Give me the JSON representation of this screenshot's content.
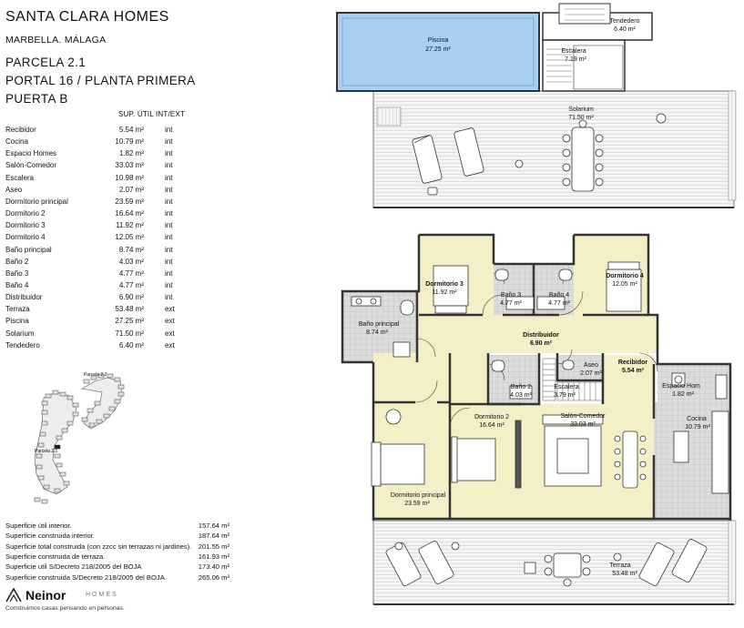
{
  "header": {
    "title": "SANTA CLARA HOMES",
    "location": "MARBELLA. MÁLAGA",
    "parcel": "PARCELA 2.1",
    "portal": "PORTAL 16 / PLANTA PRIMERA",
    "door": "PUERTA B"
  },
  "table": {
    "col_area": "SUP. ÚTIL",
    "col_type": "INT/EXT",
    "rows": [
      {
        "name": "Recibidor",
        "area": "5.54 m²",
        "type": "int"
      },
      {
        "name": "Cocina",
        "area": "10.79 m²",
        "type": "int"
      },
      {
        "name": "Espacio Homes",
        "area": "1.82 m²",
        "type": "int"
      },
      {
        "name": "Salón-Comedor",
        "area": "33.03 m²",
        "type": "int"
      },
      {
        "name": "Escalera",
        "area": "10.98 m²",
        "type": "int"
      },
      {
        "name": "Aseo",
        "area": "2.07 m²",
        "type": "int"
      },
      {
        "name": "Dormitorio principal",
        "area": "23.59 m²",
        "type": "int"
      },
      {
        "name": "Dormitorio 2",
        "area": "16.64 m²",
        "type": "int"
      },
      {
        "name": "Dormitorio 3",
        "area": "11.92 m²",
        "type": "int"
      },
      {
        "name": "Dormitorio 4",
        "area": "12.05 m²",
        "type": "int"
      },
      {
        "name": "Baño principal",
        "area": "8.74 m²",
        "type": "int"
      },
      {
        "name": "Baño 2",
        "area": "4.03 m²",
        "type": "int"
      },
      {
        "name": "Baño 3",
        "area": "4.77 m²",
        "type": "int"
      },
      {
        "name": "Baño 4",
        "area": "4.77 m²",
        "type": "int"
      },
      {
        "name": "Distribuidor",
        "area": "6.90 m²",
        "type": "int"
      },
      {
        "name": "Terraza",
        "area": "53.48 m²",
        "type": "ext"
      },
      {
        "name": "Piscina",
        "area": "27.25 m²",
        "type": "ext"
      },
      {
        "name": "Solarium",
        "area": "71.50 m²",
        "type": "ext"
      },
      {
        "name": "Tendedero",
        "area": "6.40 m²",
        "type": "ext"
      }
    ]
  },
  "keyplan": {
    "label_a": "Parcela 2.2",
    "label_b": "Parcela 2.1"
  },
  "summary": [
    {
      "name": "Superficie útil interior.",
      "value": "157.64 m²"
    },
    {
      "name": "Superficie construida interior.",
      "value": "187.64 m²"
    },
    {
      "name": "Superficie total construida (con zzcc sin terrazas ni jardines).",
      "value": "201.55 m²"
    },
    {
      "name": "Superficie construida de terraza.",
      "value": "161.93 m²"
    },
    {
      "name": "Superficie util S/Decreto 218/2005 del BOJA",
      "value": "173.40 m²"
    },
    {
      "name": "Superficie construida S/Decreto 218/2005 del BOJA",
      "value": "265.06 m²"
    }
  ],
  "brand": {
    "name": "Neinor",
    "suffix": "HOMES",
    "tagline": "Construimos casas pensando en personas."
  },
  "plan": {
    "rooms": {
      "piscina": {
        "name": "Piscina",
        "area": "27.25 m²"
      },
      "tendedero": {
        "name": "Tendedero",
        "area": "6.40 m²"
      },
      "escalera_top": {
        "name": "Escalera",
        "area": "7.19 m²"
      },
      "solarium": {
        "name": "Solarium",
        "area": "71.50 m²"
      },
      "dorm3": {
        "name": "Dormitorio 3",
        "area": "11.92 m²"
      },
      "bano3": {
        "name": "Baño 3",
        "area": "4.77 m²"
      },
      "bano4": {
        "name": "Baño 4",
        "area": "4.77 m²"
      },
      "dorm4": {
        "name": "Dormitorio 4",
        "area": "12.05 m²"
      },
      "bano_principal": {
        "name": "Baño principal",
        "area": "8.74 m²"
      },
      "distribuidor": {
        "name": "Distribuidor",
        "area": "6.90 m²"
      },
      "aseo": {
        "name": "Aseo",
        "area": "2.07 m²"
      },
      "recibidor": {
        "name": "Recibidor",
        "area": "5.54 m²"
      },
      "bano2": {
        "name": "Baño 2",
        "area": "4.03 m²"
      },
      "escalera": {
        "name": "Escalera",
        "area": "3.79 m²"
      },
      "espacio_homes": {
        "name": "Espacio Hom",
        "area": "1.82 m²"
      },
      "dorm2": {
        "name": "Dormitorio 2",
        "area": "16.64 m²"
      },
      "salon": {
        "name": "Salón-Comedor",
        "area": "33.03 m²"
      },
      "cocina": {
        "name": "Cocina",
        "area": "10.79 m²"
      },
      "dorm_principal": {
        "name": "Dormitorio principal",
        "area": "23.59 m²"
      },
      "terraza": {
        "name": "Terraza",
        "area": "53.48 m²"
      }
    },
    "colors": {
      "pool": "#a9d0f2",
      "floor_yellow": "#f5efc8",
      "tile": "#d7d7d7",
      "wall": "#333333",
      "deck": "#bdbdbd"
    }
  }
}
